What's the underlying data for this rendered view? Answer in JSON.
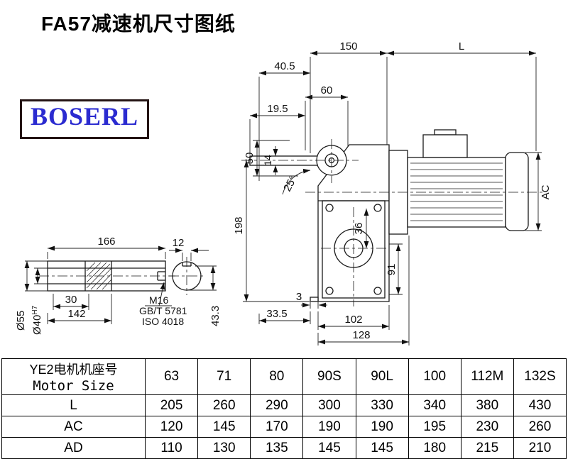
{
  "page": {
    "title": "FA57减速机尺寸图纸",
    "logo": "BOSERL"
  },
  "dims": {
    "w150": "150",
    "L": "L",
    "w40_5": "40.5",
    "w60": "60",
    "w19_5": "19.5",
    "h14": "14",
    "h50": "50",
    "a25": "25°",
    "h198": "198",
    "AC": "AC",
    "h36": "36",
    "h91": "91",
    "w3": "3",
    "w33_5": "33.5",
    "w102": "102",
    "w128": "128",
    "w166": "166",
    "w12": "12",
    "w30": "30",
    "w142": "142",
    "d55": "Ø55",
    "d40": "Ø40",
    "h7": "H7",
    "h43_3": "43.3",
    "m16": "M16",
    "gbt": "GB/T 5781",
    "iso": "ISO 4018"
  },
  "table": {
    "header_cn": "YE2电机机座号",
    "header_en": "Motor Size",
    "sizes": [
      "63",
      "71",
      "80",
      "90S",
      "90L",
      "100",
      "112M",
      "132S"
    ],
    "rows": [
      {
        "label": "L",
        "values": [
          "205",
          "260",
          "290",
          "300",
          "330",
          "340",
          "380",
          "430"
        ]
      },
      {
        "label": "AC",
        "values": [
          "120",
          "145",
          "170",
          "190",
          "190",
          "195",
          "230",
          "260"
        ]
      },
      {
        "label": "AD",
        "values": [
          "110",
          "130",
          "135",
          "145",
          "145",
          "180",
          "215",
          "210"
        ]
      }
    ]
  }
}
